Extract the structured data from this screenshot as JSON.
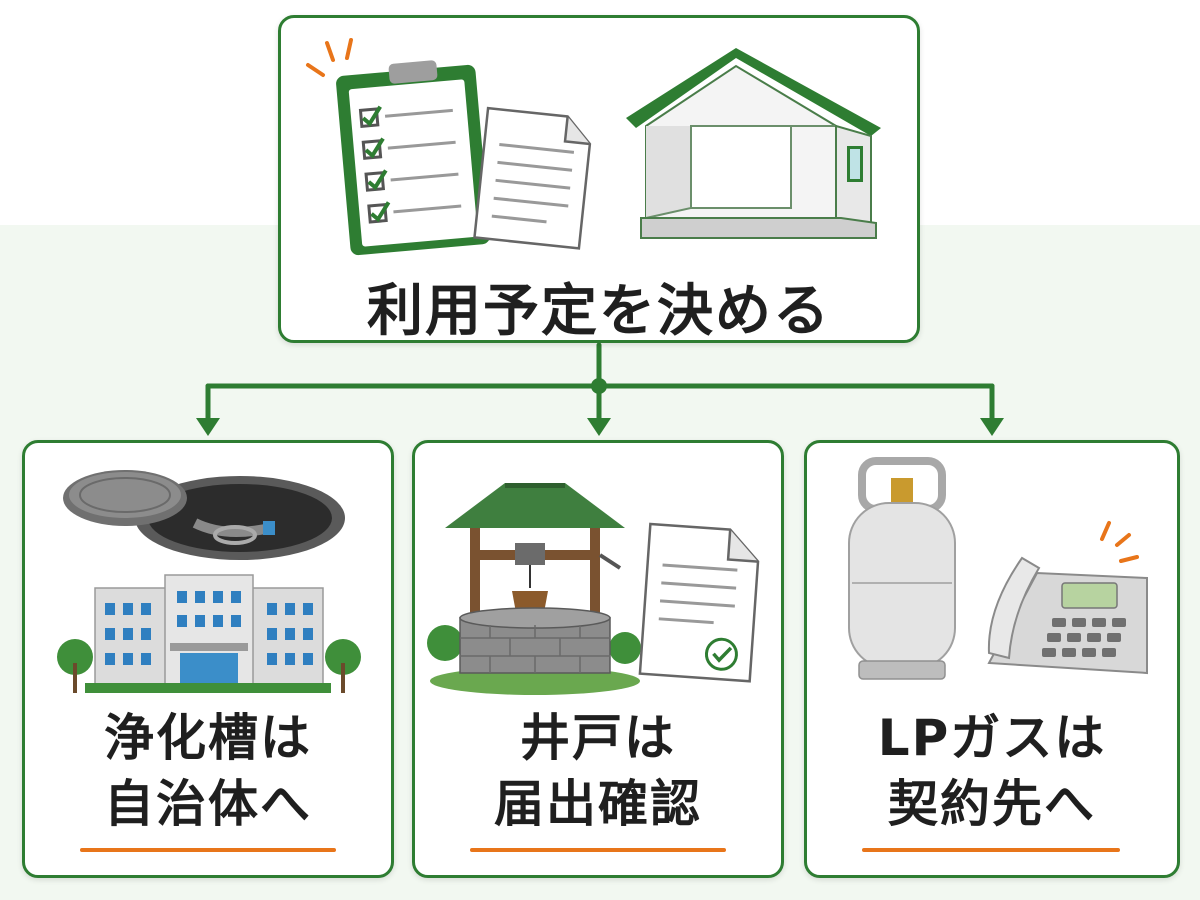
{
  "top": {
    "title": "利用予定を決める"
  },
  "cards": [
    {
      "line1": "浄化槽は",
      "line2": "自治体へ"
    },
    {
      "line1": "井戸は",
      "line2": "届出確認"
    },
    {
      "line1": "LPガスは",
      "line2": "契約先へ"
    }
  ],
  "colors": {
    "accent_green": "#2e7d32",
    "accent_orange": "#e8751a",
    "background": "#f2f8f1"
  },
  "icons": [
    "clipboard-checklist-icon",
    "document-icon",
    "house-icon",
    "septic-tank-icon",
    "building-icon",
    "well-icon",
    "document-check-icon",
    "gas-cylinder-icon",
    "telephone-icon"
  ]
}
